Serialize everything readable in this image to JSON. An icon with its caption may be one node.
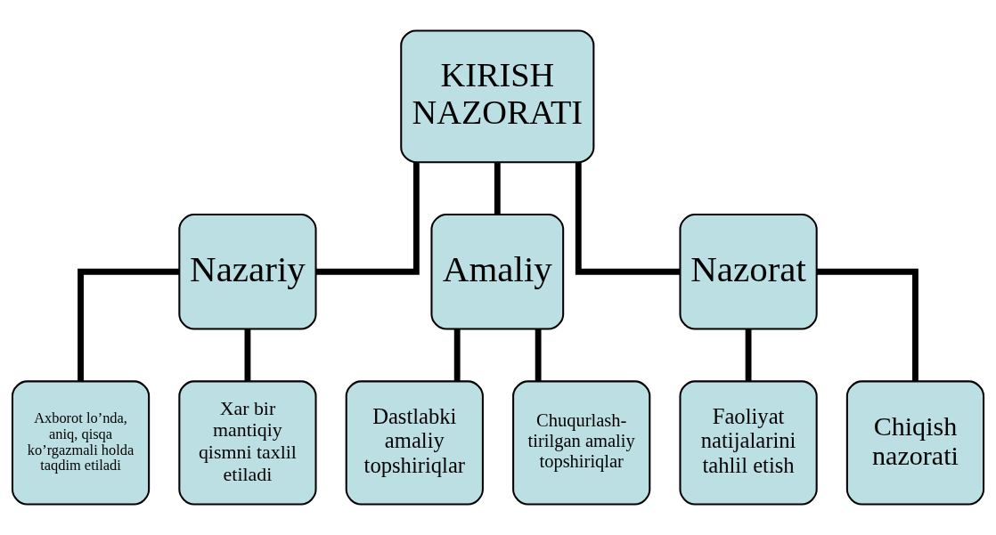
{
  "diagram": {
    "nodes": [
      {
        "text": [
          "KIRISH NAZORATI"
        ]
      },
      {
        "text": [
          "Nazariy"
        ]
      },
      {
        "text": [
          "Amaliy"
        ]
      },
      {
        "text": [
          "Nazorat"
        ]
      },
      {
        "text": [
          "Axborot lo’nda, aniq, qisqa ko’rgazmali holda taqdim etiladi"
        ]
      },
      {
        "text": [
          "Xar bir mantiqiy qismni taxlil etiladi"
        ]
      },
      {
        "text": [
          "Dastlabki amaliy topshiriqlar"
        ]
      },
      {
        "text": [
          "Chuqurlash- tirilgan amaliy topshiriqlar"
        ]
      },
      {
        "text": [
          "Faoliyat natijalarini tahlil etish"
        ]
      },
      {
        "text": [
          "Chiqish nazorati"
        ]
      }
    ],
    "edges": [
      {
        "from": 0,
        "to": 1,
        "arrow": "none"
      },
      {
        "from": 0,
        "to": 2,
        "arrow": "none"
      },
      {
        "from": 0,
        "to": 3,
        "arrow": "none"
      },
      {
        "from": 1,
        "to": 4,
        "arrow": "none"
      },
      {
        "from": 1,
        "to": 5,
        "arrow": "none"
      },
      {
        "from": 2,
        "to": 6,
        "arrow": "none"
      },
      {
        "from": 2,
        "to": 7,
        "arrow": "none"
      },
      {
        "from": 3,
        "to": 8,
        "arrow": "none"
      },
      {
        "from": 3,
        "to": 9,
        "arrow": "none"
      }
    ]
  }
}
